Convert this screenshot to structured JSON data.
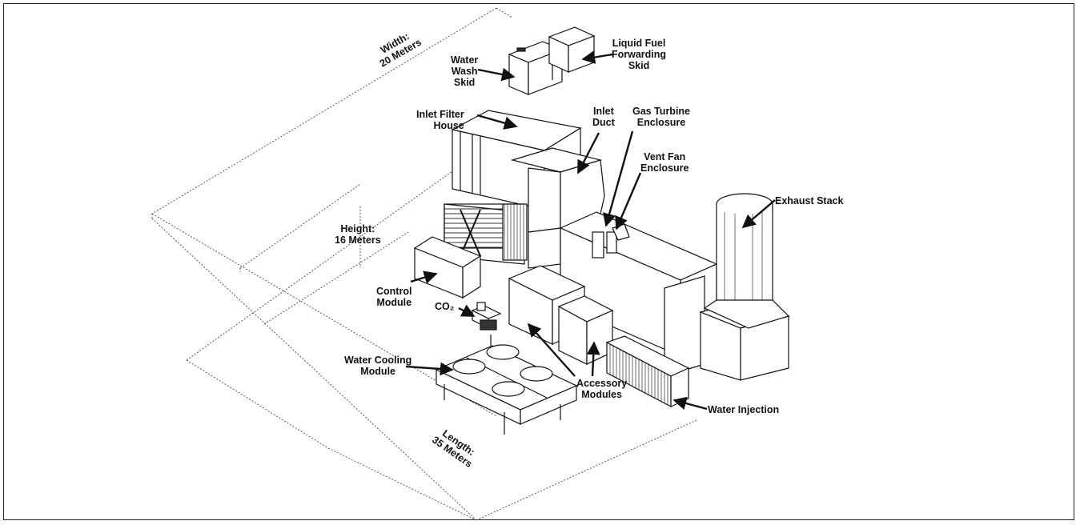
{
  "dimensions": {
    "width": [
      "Width:",
      "20 Meters"
    ],
    "height": [
      "Height:",
      "16 Meters"
    ],
    "length": [
      "Length:",
      "35 Meters"
    ]
  },
  "labels": {
    "water_wash_skid": [
      "Water",
      "Wash",
      "Skid"
    ],
    "liquid_fuel": [
      "Liquid Fuel",
      "Forwarding",
      "Skid"
    ],
    "inlet_filter_house": [
      "Inlet Filter",
      "House"
    ],
    "inlet_duct": [
      "Inlet",
      "Duct"
    ],
    "gas_turbine_enclosure": [
      "Gas Turbine",
      "Enclosure"
    ],
    "vent_fan_enclosure": [
      "Vent Fan",
      "Enclosure"
    ],
    "exhaust_stack": [
      "Exhaust Stack"
    ],
    "control_module": [
      "Control",
      "Module"
    ],
    "co2": "CO₂",
    "water_cooling_module": [
      "Water Cooling",
      "Module"
    ],
    "accessory_modules": [
      "Accessory",
      "Modules"
    ],
    "water_injection": [
      "Water Injection"
    ]
  }
}
